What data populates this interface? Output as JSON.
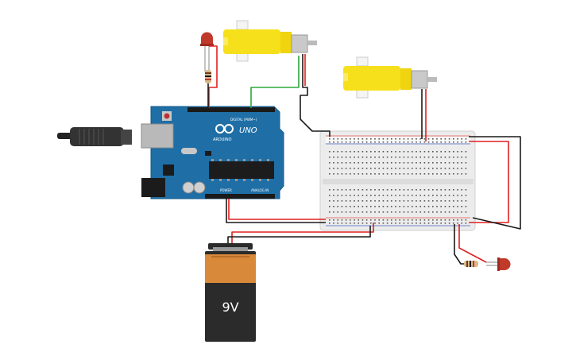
{
  "arduino": {
    "brand": "UNO",
    "logo_text": "ARDUINO",
    "digital_label": "DIGITAL (PWM~)",
    "power_label": "POWER",
    "analog_label": "ANALOG IN",
    "board_color": "#1f6fa6"
  },
  "battery": {
    "label": "9V",
    "top_color": "#d9893a",
    "body_color": "#2b2b2b"
  },
  "components": {
    "motor_color": "#f6e01b",
    "led_color": "#c0392b",
    "wire_red": "#e02020",
    "wire_black": "#1a1a1a",
    "wire_green": "#2ea83a"
  }
}
